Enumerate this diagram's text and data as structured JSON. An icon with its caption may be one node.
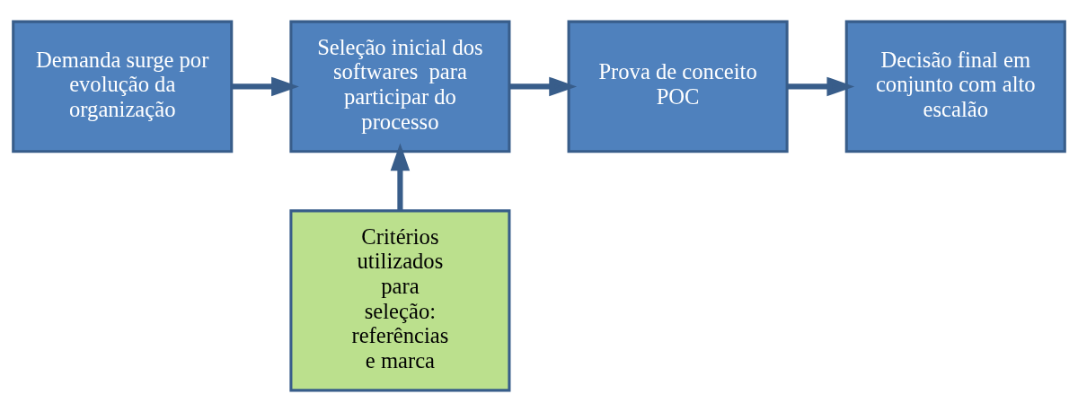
{
  "diagram": {
    "nodes": [
      {
        "text": [
          "Demanda surge por evolução da organização"
        ]
      },
      {
        "text": [
          "Seleção inicial dos softwares  para participar do processo"
        ]
      },
      {
        "text": [
          "Prova de conceito POC"
        ]
      },
      {
        "text": [
          "Decisão final em conjunto com alto escalão"
        ]
      },
      {
        "text": [
          "Critérios utilizados para seleção: referências e marca"
        ]
      }
    ],
    "edges": [
      {
        "from": 0,
        "to": 1,
        "arrow": "to"
      },
      {
        "from": 1,
        "to": 2,
        "arrow": "to"
      },
      {
        "from": 2,
        "to": 3,
        "arrow": "to"
      },
      {
        "from": 4,
        "to": 1,
        "arrow": "to"
      }
    ]
  }
}
